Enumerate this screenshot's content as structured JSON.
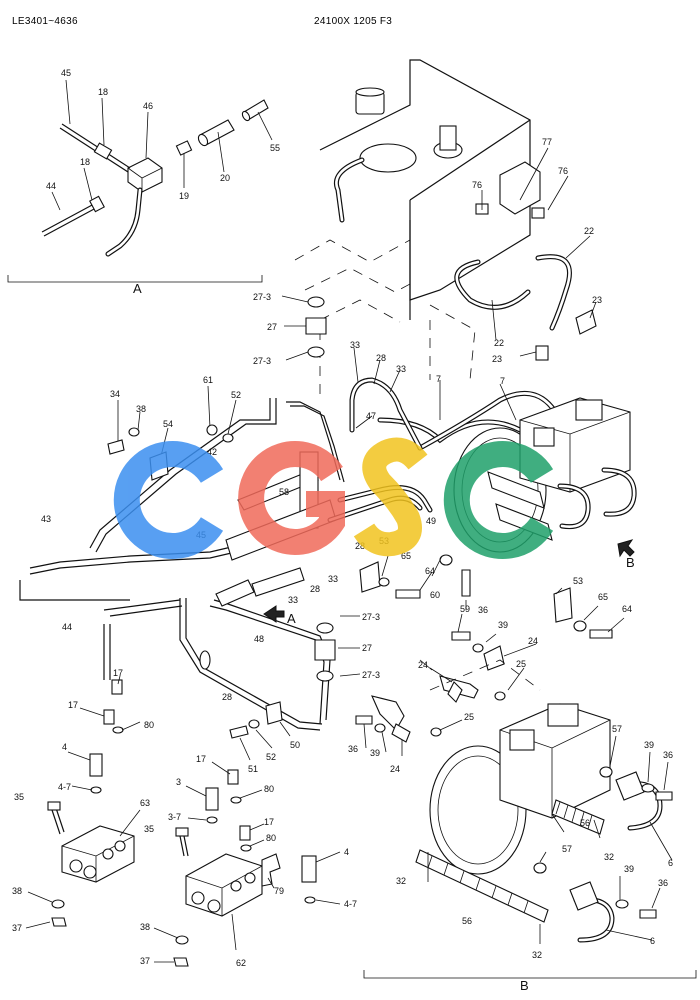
{
  "header": {
    "left": "LE3401~4636",
    "right": "24100X 1205 F3"
  },
  "views": {
    "a": "A",
    "b": "B",
    "arrow_a": "A",
    "arrow_b": "B"
  },
  "labels": {
    "l45": "45",
    "l18a": "18",
    "l46": "46",
    "l18b": "18",
    "l44a": "44",
    "l19": "19",
    "l20": "20",
    "l55": "55",
    "l77": "77",
    "l76a": "76",
    "l76b": "76",
    "l22a": "22",
    "l22b": "22",
    "l23a": "23",
    "l23b": "23",
    "l27_3a": "27-3",
    "l27a": "27",
    "l27_3b": "27-3",
    "l33a": "33",
    "l28a": "28",
    "l33b": "33",
    "l47": "47",
    "l7a": "7",
    "l7b": "7",
    "l34": "34",
    "l38a": "38",
    "l54": "54",
    "l61": "61",
    "l52a": "52",
    "l42": "42",
    "l43": "43",
    "l45b": "45",
    "l58": "58",
    "l28b": "28",
    "l53a": "53",
    "l49": "49",
    "l33c": "33",
    "l28c": "28",
    "l33d": "33",
    "l65a": "65",
    "l64a": "64",
    "l60": "60",
    "l59": "59",
    "l53b": "53",
    "l65b": "65",
    "l64b": "64",
    "l44b": "44",
    "l27_3c": "27-3",
    "l27b": "27",
    "l27_3d": "27-3",
    "l48": "48",
    "l28d": "28",
    "l36a": "36",
    "l39a": "39",
    "l24a": "24",
    "l25a": "25",
    "l24b": "24",
    "l17a": "17",
    "l17b": "17",
    "l80a": "80",
    "l50": "50",
    "l52b": "52",
    "l51": "51",
    "l36b": "36",
    "l39b": "39",
    "l24c": "24",
    "l25b": "25",
    "l57a": "57",
    "l39c": "39",
    "l36c": "36",
    "l4a": "4",
    "l4_7a": "4-7",
    "l35a": "35",
    "l63": "63",
    "l3": "3",
    "l17c": "17",
    "l80b": "80",
    "l3_7": "3-7",
    "l35b": "35",
    "l17d": "17",
    "l80c": "80",
    "l79": "79",
    "l4b": "4",
    "l4_7b": "4-7",
    "l56a": "56",
    "l32a": "32",
    "l6a": "6",
    "l57b": "57",
    "l32b": "32",
    "l56b": "56",
    "l39d": "39",
    "l36d": "36",
    "l6b": "6",
    "l32c": "32",
    "l38b": "38",
    "l37a": "37",
    "l38c": "38",
    "l37b": "37",
    "l62": "62"
  },
  "watermark": {
    "letters": [
      "C",
      "G",
      "S",
      "C"
    ],
    "colors": [
      "#3b8ff0",
      "#f06a5a",
      "#f2c41f",
      "#1fa06a"
    ]
  }
}
